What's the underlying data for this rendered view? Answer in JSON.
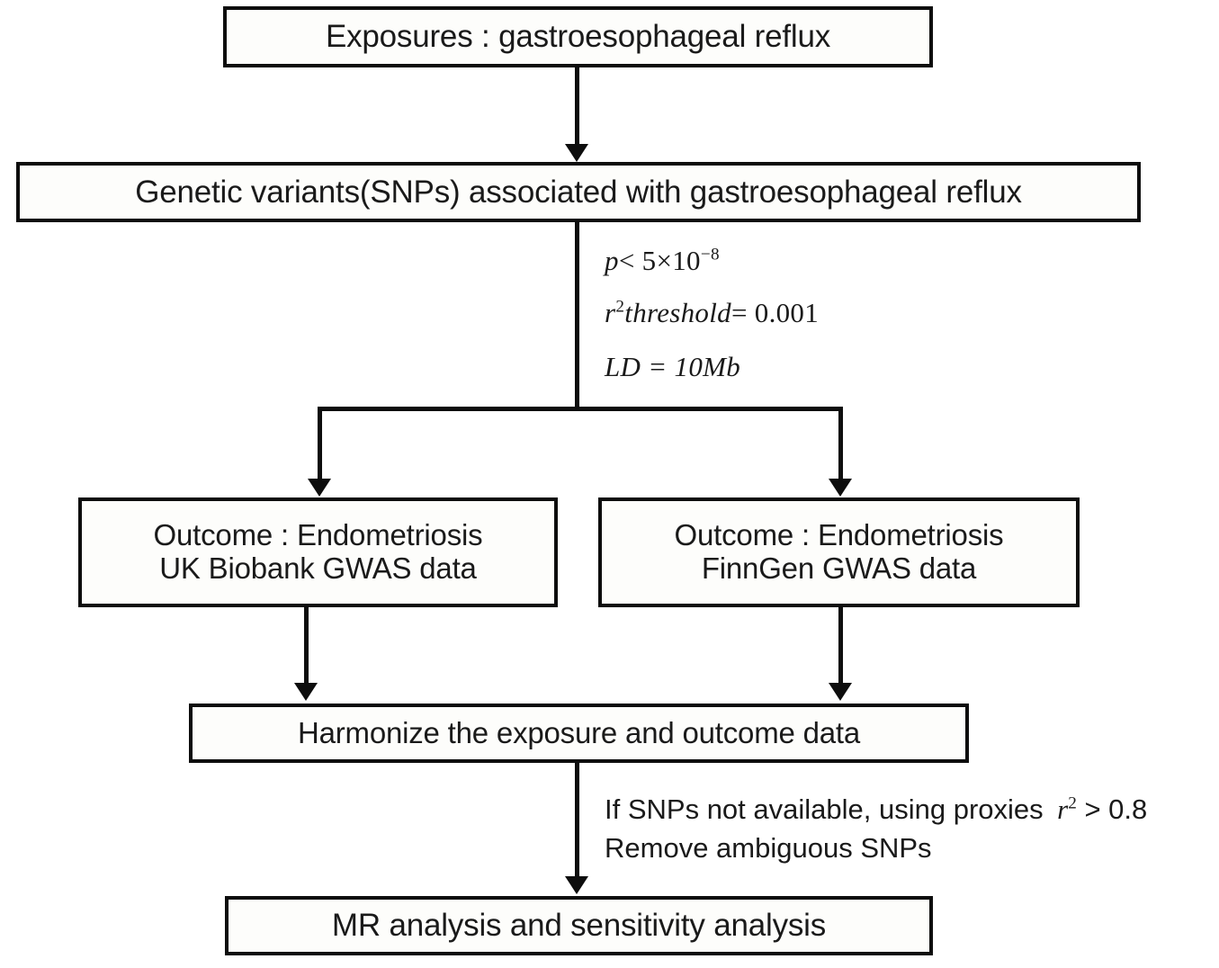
{
  "diagram": {
    "title": "Mendelian randomization study design flowchart",
    "background_color": "#ffffff",
    "line_color": "#0d0d0d",
    "text_color": "#1a1a1a"
  },
  "nodes": {
    "exposure": {
      "label": "Exposures : gastroesophageal reflux"
    },
    "snps": {
      "label": "Genetic variants(SNPs) associated with gastroesophageal reflux"
    },
    "outcome_ukb": {
      "line1": "Outcome : Endometriosis",
      "line2": "UK Biobank GWAS data"
    },
    "outcome_finngen": {
      "line1": "Outcome : Endometriosis",
      "line2": "FinnGen GWAS data"
    },
    "harmonize": {
      "label": "Harmonize the exposure and outcome data"
    },
    "mr_analysis": {
      "label": "MR analysis and sensitivity analysis"
    }
  },
  "annotations": {
    "p_threshold": {
      "var": "p",
      "relation": "< 5",
      "times": "×10",
      "exponent": "−8"
    },
    "r2_threshold": {
      "var": "r",
      "exponent": "2",
      "name": "threshold",
      "equals": "= 0.001"
    },
    "ld": {
      "text": "LD = 10Mb"
    },
    "proxies": {
      "text": "If SNPs not available, using proxies",
      "var": "r",
      "exponent": "2",
      "relation": "> 0.8"
    },
    "remove_ambiguous": {
      "text": "Remove ambiguous SNPs"
    }
  },
  "connectors": {
    "exposure_to_snps": "arrow-down",
    "snps_split": "arrow-split-two",
    "ukb_to_harmonize": "arrow-down",
    "finngen_to_harmonize": "arrow-down",
    "harmonize_to_mr": "arrow-down"
  }
}
